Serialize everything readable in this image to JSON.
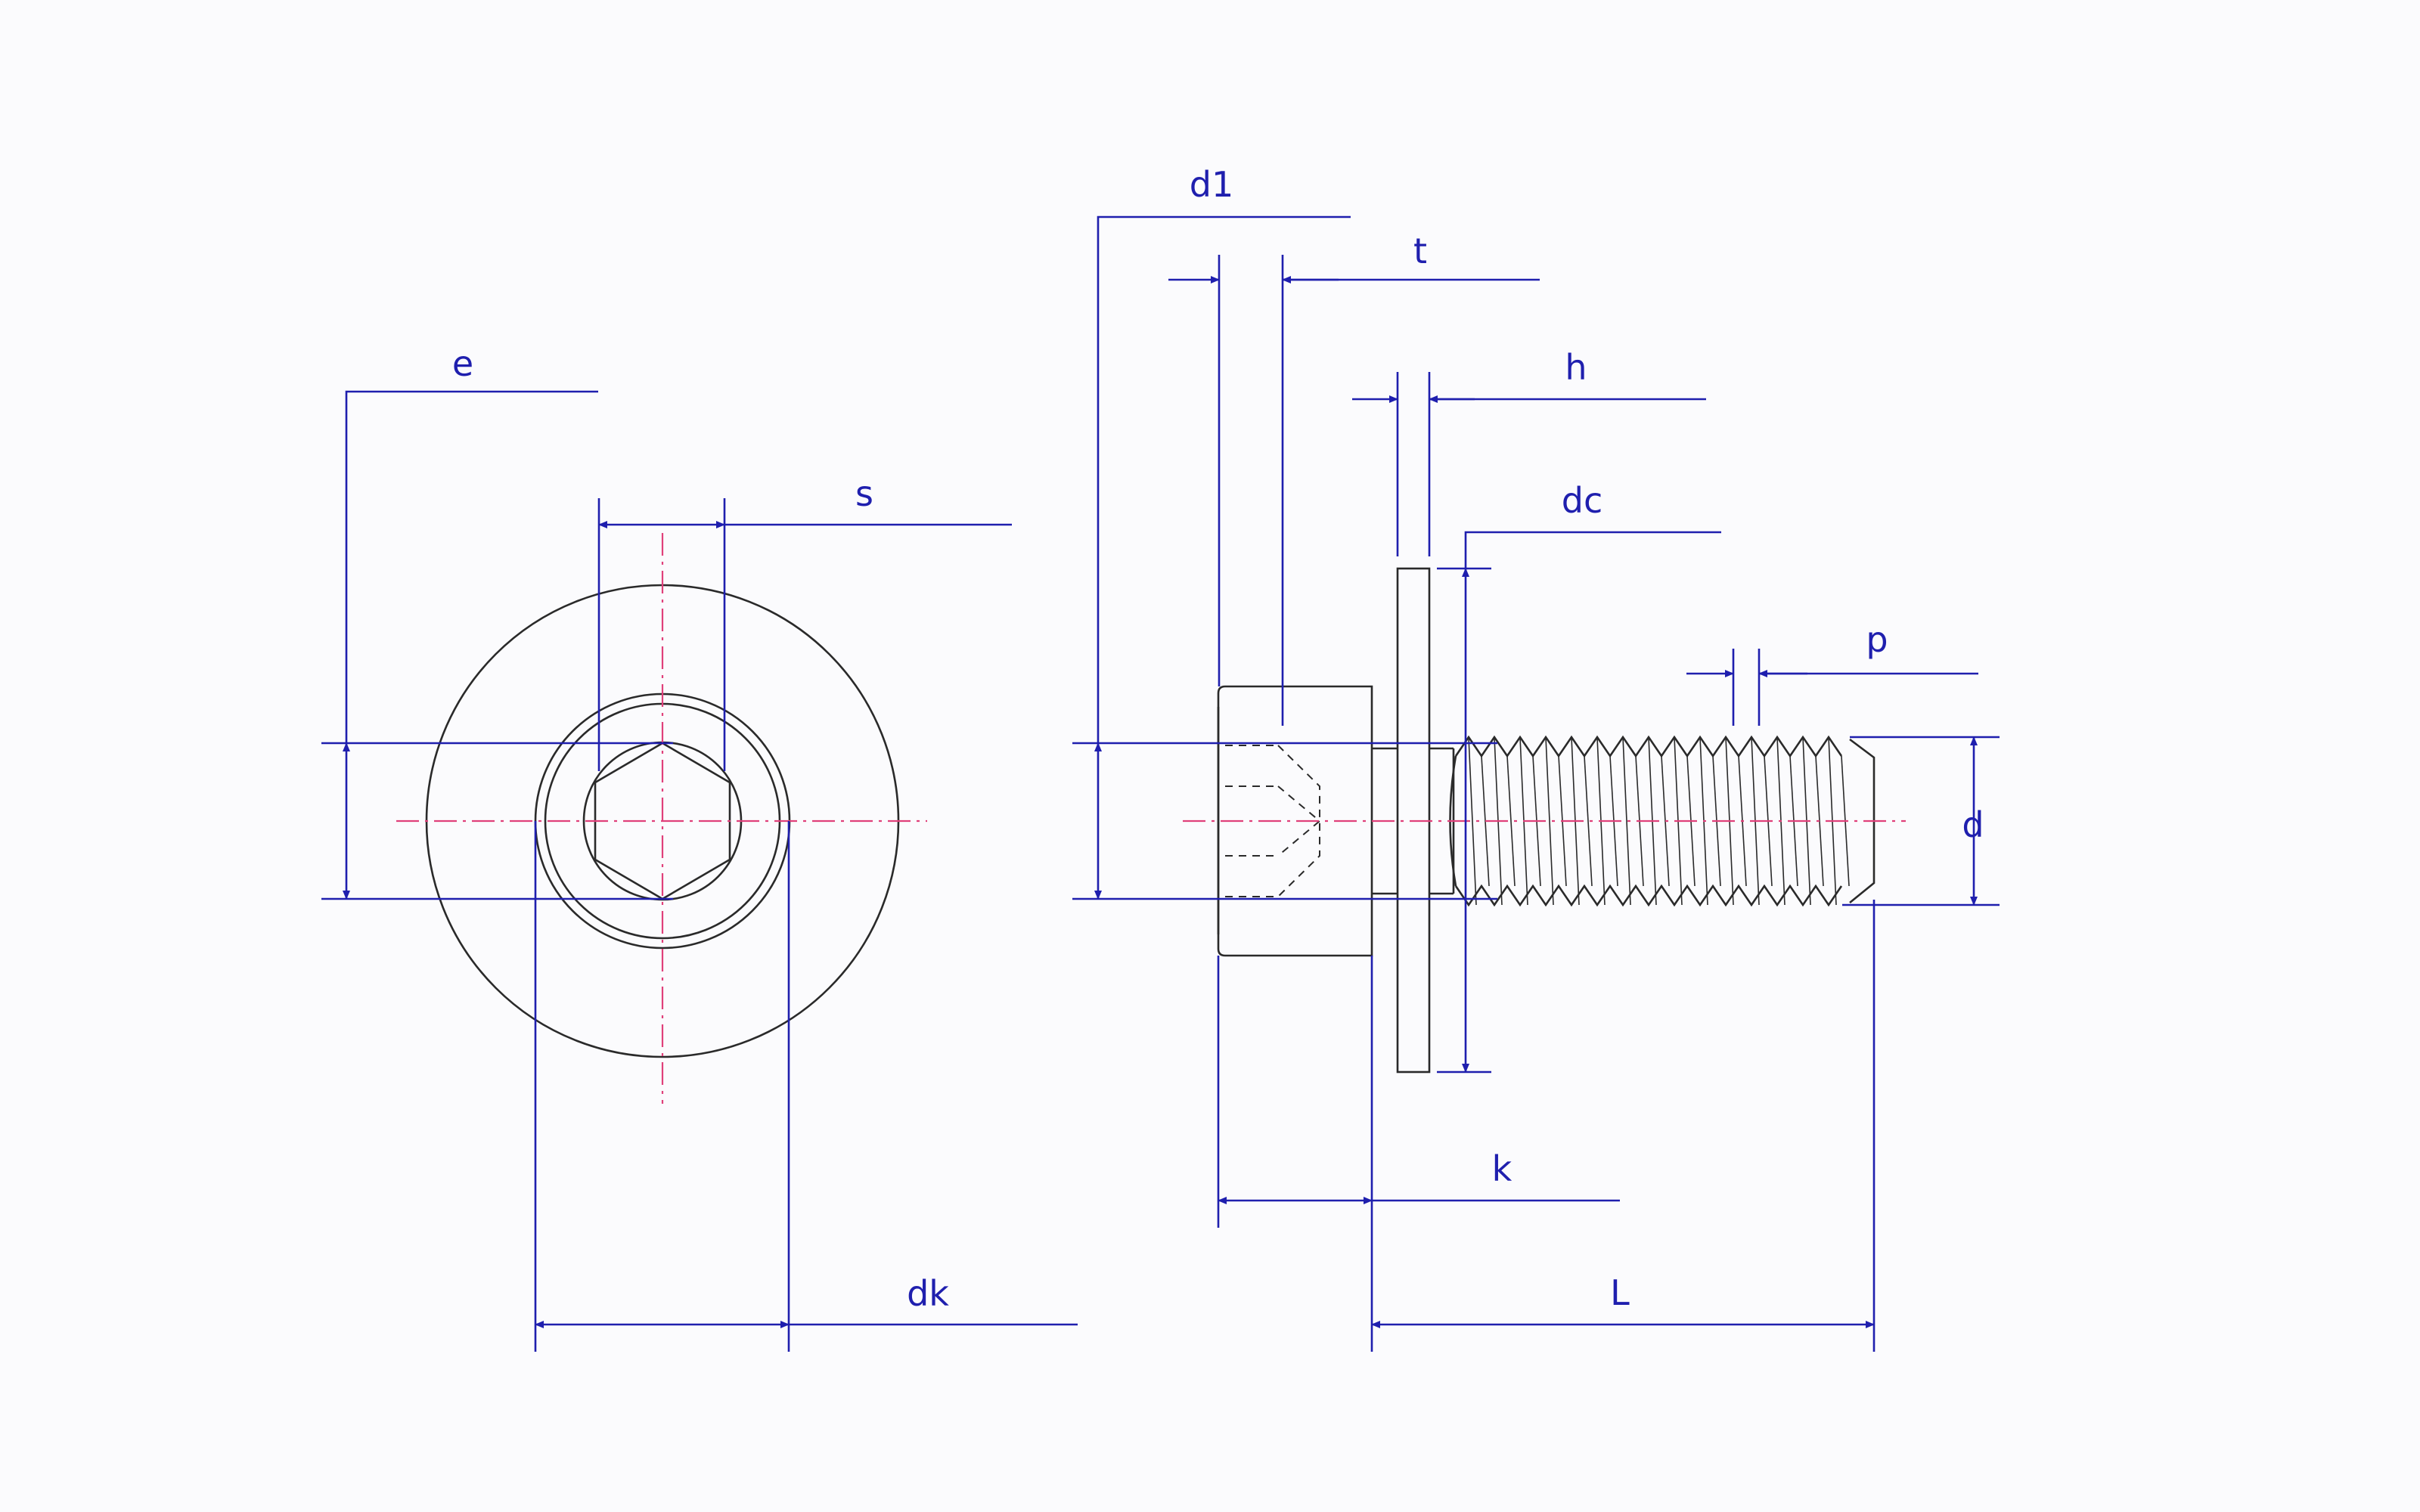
{
  "labels": {
    "e": "e",
    "s": "s",
    "dk": "dk",
    "d1": "d1",
    "t": "t",
    "h": "h",
    "dc": "dc",
    "p": "p",
    "d": "d",
    "k": "k",
    "L": "L"
  },
  "colors": {
    "dimension": "#1f1fae",
    "centerline": "#e0407a",
    "outline": "#2a2a2a",
    "background": "#fbfbfd"
  }
}
